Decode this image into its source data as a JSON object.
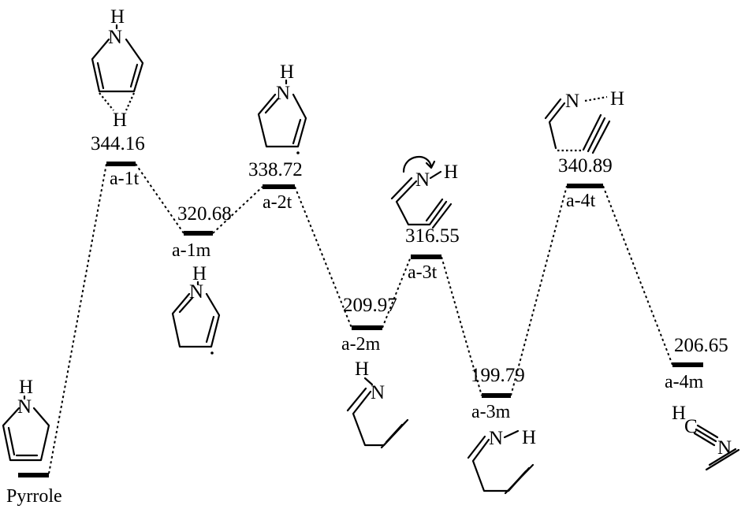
{
  "diagram": {
    "title": "",
    "levels": [
      {
        "id": "pyrrole",
        "label": "Pyrrole",
        "energy": null
      },
      {
        "id": "a-1t",
        "label": "a-1t",
        "energy": "344.16"
      },
      {
        "id": "a-1m",
        "label": "a-1m",
        "energy": "320.68"
      },
      {
        "id": "a-2t",
        "label": "a-2t",
        "energy": "338.72"
      },
      {
        "id": "a-2m",
        "label": "a-2m",
        "energy": "209.97"
      },
      {
        "id": "a-3t",
        "label": "a-3t",
        "energy": "316.55"
      },
      {
        "id": "a-3m",
        "label": "a-3m",
        "energy": "199.79"
      },
      {
        "id": "a-4t",
        "label": "a-4t",
        "energy": "340.89"
      },
      {
        "id": "a-4m",
        "label": "a-4m",
        "energy": "206.65"
      }
    ],
    "atoms": {
      "h": "H",
      "n": "N",
      "c": "C"
    }
  }
}
